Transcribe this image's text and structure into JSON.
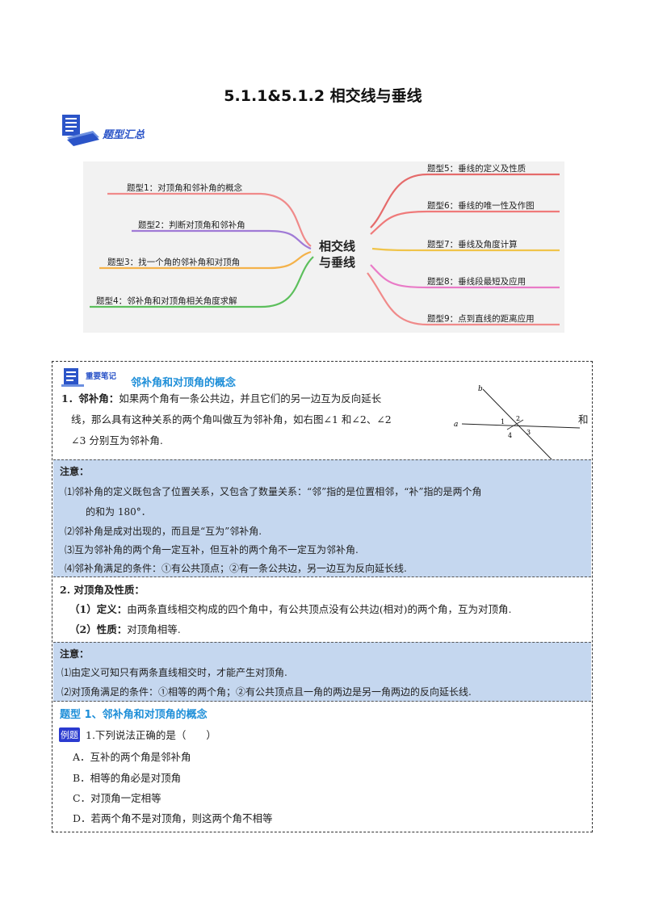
{
  "doc": {
    "title": "5.1.1&5.1.2 相交线与垂线"
  },
  "summary_header": {
    "label": "题型汇总"
  },
  "mindmap": {
    "center_line1": "相交线",
    "center_line2": "与垂线",
    "left": [
      "题型1：对顶角和邻补角的概念",
      "题型2：判断对顶角和邻补角",
      "题型3：找一个角的邻补角和对顶角",
      "题型4：邻补角和对顶角相关角度求解"
    ],
    "right": [
      "题型5：垂线的定义及性质",
      "题型6：垂线的唯一性及作图",
      "题型7：垂线及角度计算",
      "题型8：垂线段最短及应用",
      "题型9：点到直线的距离应用"
    ],
    "colors": [
      "#f08a8a",
      "#a07ad6",
      "#f4b24a",
      "#5cbf5c",
      "#e56b6b",
      "#ef7a7a",
      "#f0c44a",
      "#e97bc7",
      "#f08a8a"
    ]
  },
  "notes": {
    "badge": "重要笔记",
    "section_title": "邻补角和对顶角的概念",
    "def1_num": "1．",
    "def1_term": "邻补角：",
    "def1_line1": "如果两个角有一条公共边，并且它们的另一边互为反向延长",
    "def1_line2": "线，那么具有这种关系的两个角叫做互为邻补角，如右图∠1 和∠2、∠2",
    "def1_he": "和",
    "def1_line3": "∠3 分别互为邻补角.",
    "figure_labels": {
      "a": "a",
      "b": "b",
      "n1": "1",
      "n2": "2",
      "n3": "3",
      "n4": "4"
    },
    "note1": {
      "title": "注意：",
      "lines": [
        "⑴邻补角的定义既包含了位置关系，又包含了数量关系：“邻”指的是位置相邻，“补”指的是两个角",
        "的和为 180°．",
        "⑵邻补角是成对出现的，而且是“互为”邻补角.",
        "⑶互为邻补角的两个角一定互补，但互补的两个角不一定互为邻补角.",
        "⑷邻补角满足的条件：①有公共顶点；②有一条公共边，另一边互为反向延长线."
      ]
    },
    "def2_title": "2.  对顶角及性质：",
    "def2_items": [
      {
        "term": "（1）定义：",
        "text": "由两条直线相交构成的四个角中，有公共顶点没有公共边(相对)的两个角，互为对顶角."
      },
      {
        "term": "（2）性质：",
        "text": "对顶角相等."
      }
    ],
    "note2": {
      "title": "注意：",
      "lines": [
        "⑴由定义可知只有两条直线相交时，才能产生对顶角.",
        "⑵对顶角满足的条件：①相等的两个角；②有公共顶点且一角的两边是另一角两边的反向延长线."
      ]
    }
  },
  "section1": {
    "title": "题型 1、邻补角和对顶角的概念",
    "badge": "例题",
    "question": "1.下列说法正确的是（　　）",
    "options": [
      "A．互补的两个角是邻补角",
      "B．相等的角必是对顶角",
      "C．对顶角一定相等",
      "D．若两个角不是对顶角，则这两个角不相等"
    ]
  }
}
